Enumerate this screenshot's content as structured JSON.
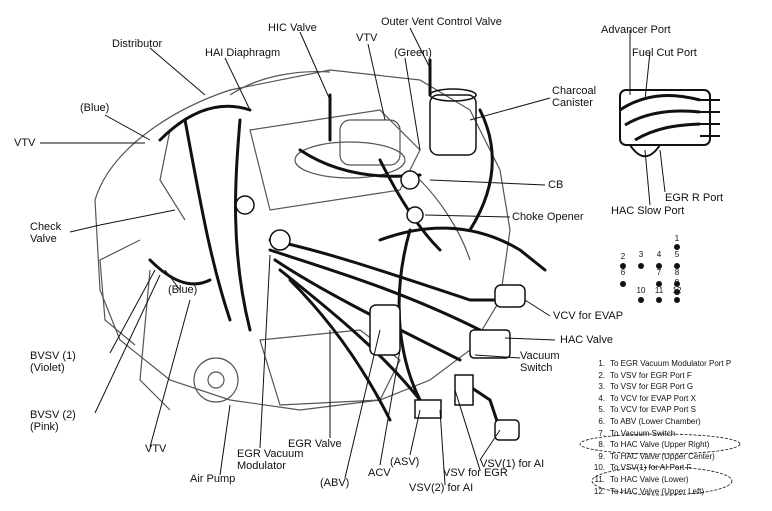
{
  "labels": {
    "hic_valve": "HIC Valve",
    "outer_vent_control_valve": "Outer Vent Control Valve",
    "distributor": "Distributor",
    "hai_diaphragm": "HAI Diaphragm",
    "vtv_top": "VTV",
    "green": "(Green)",
    "charcoal_canister": "Charcoal\nCanister",
    "blue_top": "(Blue)",
    "vtv_left": "VTV",
    "cb": "CB",
    "check_valve": "Check\nValve",
    "choke_opener": "Choke Opener",
    "blue_mid": "(Blue)",
    "vcv_for_evap": "VCV for EVAP",
    "hac_valve": "HAC Valve",
    "vacuum_switch": "Vacuum\nSwitch",
    "bvsv1": "BVSV (1)\n(Violet)",
    "bvsv2": "BVSV (2)\n(Pink)",
    "vtv_bottom": "VTV",
    "egr_valve": "EGR Valve",
    "egr_vacuum_modulator": "EGR Vacuum\nModulator",
    "air_pump": "Air Pump",
    "abv": "(ABV)",
    "acv": "ACV",
    "asv": "(ASV)",
    "vsv_for_egr": "VSV for EGR",
    "vsv1_for_ai": "VSV(1) for AI",
    "vsv2_for_ai": "VSV(2) for AI",
    "advancer_port": "Advancer Port",
    "fuel_cut_port": "Fuel Cut Port",
    "egr_r_port": "EGR R Port",
    "hac_slow_port": "HAC Slow Port"
  },
  "port_numbers": [
    "1",
    "2",
    "3",
    "4",
    "5",
    "6",
    "7",
    "8",
    "9",
    "10",
    "11",
    "12"
  ],
  "legend": [
    {
      "num": "1.",
      "text": "To EGR Vacuum Modulator Port P"
    },
    {
      "num": "2.",
      "text": "To VSV for EGR Port F"
    },
    {
      "num": "3.",
      "text": "To VSV for EGR Port G"
    },
    {
      "num": "4.",
      "text": "To VCV for EVAP Port X"
    },
    {
      "num": "5.",
      "text": "To VCV for EVAP Port S"
    },
    {
      "num": "6.",
      "text": "To ABV (Lower Chamber)"
    },
    {
      "num": "7.",
      "text": "To Vacuum Switch"
    },
    {
      "num": "8.",
      "text": "To HAC Valve (Upper Right)"
    },
    {
      "num": "9.",
      "text": "To HAC Valve (Upper Center)"
    },
    {
      "num": "10.",
      "text": "To VSV(1) for AI Port F"
    },
    {
      "num": "11.",
      "text": "To HAC Valve (Lower)"
    },
    {
      "num": "12.",
      "text": "To HAC Valve (Upper Left)"
    }
  ]
}
